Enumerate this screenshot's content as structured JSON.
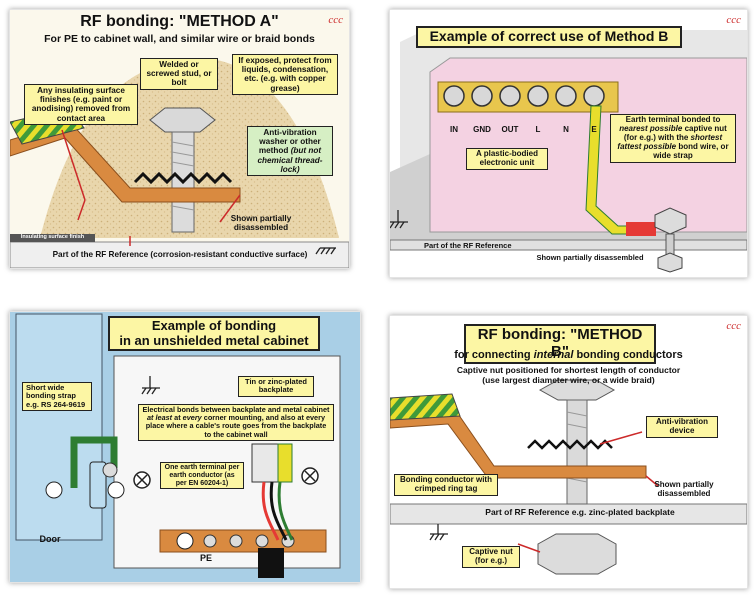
{
  "logo": "ccc",
  "panel_a": {
    "title": "RF bonding:   \"METHOD A\"",
    "subtitle": "For PE to cabinet wall, and similar wire or braid bonds",
    "insulating_finish": "Any insulating surface finishes (e.g. paint or anodising) removed from contact area",
    "stud": "Welded or screwed stud, or bolt",
    "exposed": "If exposed, protect from liquids, condensation, etc. (e.g. with copper grease)",
    "washer": "Anti-vibration washer or other method",
    "washer_note": "(but not chemical thread-lock)",
    "shown": "Shown partially disassembled",
    "insulating_small": "Insulating surface finish",
    "bottom": "Part of the RF Reference  (corrosion-resistant conductive surface)"
  },
  "panel_b": {
    "title": "Example of correct use of Method B",
    "terminals": [
      "IN",
      "GND",
      "OUT",
      "L",
      "N",
      "E"
    ],
    "unit": "A plastic-bodied electronic unit",
    "earth_l1": "Earth terminal bonded to",
    "earth_l2": "nearest possible",
    "earth_l3": " captive nut (for e.g.) with the ",
    "earth_l4": "shortest fattest possible",
    "earth_l5": " bond wire, or wide strap",
    "rf_ref": "Part of the RF Reference",
    "shown": "Shown partially disassembled"
  },
  "panel_c": {
    "title_l1": "Example of bonding",
    "title_l2": "in an unshielded metal cabinet",
    "strap_l1": "Short wide bonding strap",
    "strap_l2": "e.g. RS 264-9619",
    "backplate": "Tin or zinc-plated backplate",
    "bonds_l1": "Electrical bonds between backplate and metal cabinet ",
    "bonds_at_least": "at least",
    "bonds_l2": " at ",
    "bonds_every": "every",
    "bonds_l3": " corner mounting, and also at every place where a cable's route goes from the backplate to the cabinet wall",
    "terminal": "One earth terminal per earth conductor (as per EN 60204-1)",
    "door": "Door",
    "pe": "PE"
  },
  "panel_d": {
    "title": "RF bonding:  \"METHOD B\"",
    "subtitle_pre": "for connecting ",
    "subtitle_em": "internal",
    "subtitle_post": " bonding conductors",
    "captive_l1": "Captive nut positioned for shortest length of conductor",
    "captive_l2": "(use largest diameter wire, or a wide braid)",
    "antivib": "Anti-vibration device",
    "conductor": "Bonding conductor with crimped ring tag",
    "shown": "Shown partially disassembled",
    "rf_ref": "Part of RF Reference  e.g. zinc-plated backplate",
    "nut": "Captive nut (for e.g.)"
  },
  "colors": {
    "label_bg": "#fcf6a4",
    "green_box": "#d6efc4",
    "strap": "#d98a40",
    "cabinet_blue": "#a9cfe6",
    "pink_unit": "#f4d2e2"
  }
}
